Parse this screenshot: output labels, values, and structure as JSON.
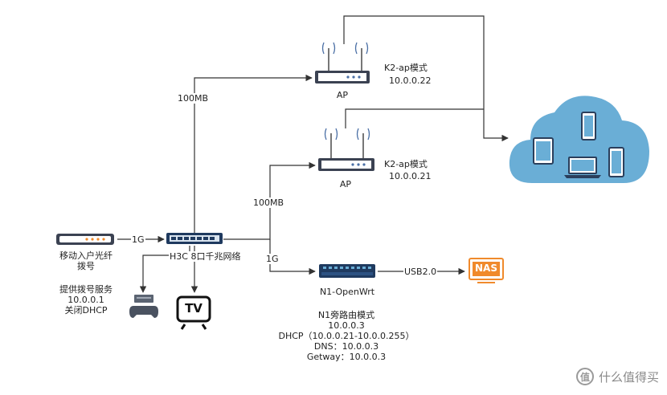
{
  "nodes": {
    "fiber_modem": {
      "label_lines": [
        "移动入户光纤",
        "拨号"
      ]
    },
    "modem_info": {
      "lines": [
        "提供拨号服务",
        "10.0.0.1",
        "关闭DHCP"
      ]
    },
    "switch": {
      "label": "H3C 8口千兆网络"
    },
    "ap_top": {
      "label": "AP",
      "mode": "K2-ap模式",
      "ip": "10.0.0.22"
    },
    "ap_mid": {
      "label": "AP",
      "mode": "K2-ap模式",
      "ip": "10.0.0.21"
    },
    "openwrt": {
      "label": "N1-OpenWrt"
    },
    "openwrt_info": {
      "lines": [
        "N1旁路由模式",
        "10.0.0.3",
        "DHCP（10.0.0.21-10.0.0.255）",
        "DNS：10.0.0.3",
        "Getway：10.0.0.3"
      ]
    },
    "nas": {
      "label": "NAS"
    },
    "tv": {
      "label": "TV"
    }
  },
  "links": {
    "modem_switch": "1G",
    "switch_ap_top": "100MB",
    "switch_ap_mid": "100MB",
    "switch_openwrt": "1G",
    "openwrt_nas": "USB2.0"
  },
  "watermark": {
    "icon_text": "值",
    "text": "什么值得买"
  },
  "colors": {
    "line": "#333333",
    "device": "#3b4252",
    "nas": "#f08a2c",
    "cloud": "#6aaed6",
    "switch_dark": "#1f3a5f"
  }
}
